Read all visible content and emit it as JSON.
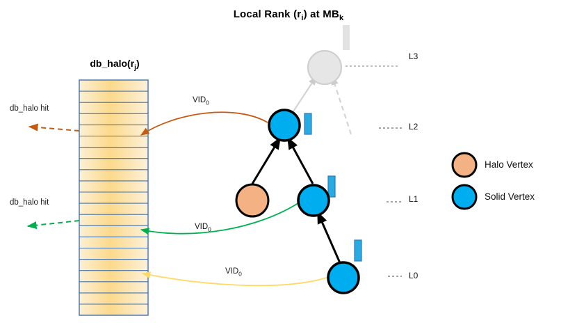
{
  "title": {
    "main_prefix": "Local Rank (r",
    "main_sub1": "i",
    "main_mid": ") at MB",
    "main_sub2": "k"
  },
  "db_halo": {
    "title_prefix": "db_halo(r",
    "title_sub": "j",
    "title_suffix": ")",
    "row_count": 21,
    "fill_color": "#fde9bc",
    "border_color": "#4472a8",
    "hits": [
      {
        "label": "db_halo hit",
        "color": "#c55a11",
        "row_index": 5
      },
      {
        "label": "db_halo hit",
        "color": "#00b050",
        "row_index": 13
      }
    ]
  },
  "edges": [
    {
      "name": "vid-edge-l2",
      "label_prefix": "VID",
      "label_sub": "0",
      "color": "#c55a11"
    },
    {
      "name": "vid-edge-l1",
      "label_prefix": "VID",
      "label_sub": "0",
      "color": "#00b050"
    },
    {
      "name": "vid-edge-l0",
      "label_prefix": "VID",
      "label_sub": "0",
      "color": "#ffd966"
    }
  ],
  "levels": [
    {
      "name": "L3",
      "label": "L3",
      "faded": true
    },
    {
      "name": "L2",
      "label": "L2",
      "faded": false
    },
    {
      "name": "L1",
      "label": "L1",
      "faded": false
    },
    {
      "name": "L0",
      "label": "L0",
      "faded": false
    }
  ],
  "tree": {
    "nodes": [
      {
        "name": "node-l3",
        "level": "L3",
        "type": "faded",
        "color": "#e6e6e6"
      },
      {
        "name": "node-l2",
        "level": "L2",
        "type": "solid",
        "color": "#00aeef"
      },
      {
        "name": "node-l1-halo",
        "level": "L1",
        "type": "halo",
        "color": "#f4b183"
      },
      {
        "name": "node-l1-solid",
        "level": "L1",
        "type": "solid",
        "color": "#00aeef"
      },
      {
        "name": "node-l0",
        "level": "L0",
        "type": "solid",
        "color": "#00aeef"
      }
    ],
    "markers": [
      {
        "name": "marker-l3",
        "color": "#e0e0e0"
      },
      {
        "name": "marker-l2",
        "color": "#29abe2"
      },
      {
        "name": "marker-l1",
        "color": "#29abe2"
      },
      {
        "name": "marker-l0",
        "color": "#29abe2"
      }
    ]
  },
  "legend": {
    "items": [
      {
        "label": "Halo Vertex",
        "color": "#f4b183"
      },
      {
        "label": "Solid Vertex",
        "color": "#00aeef"
      }
    ]
  }
}
